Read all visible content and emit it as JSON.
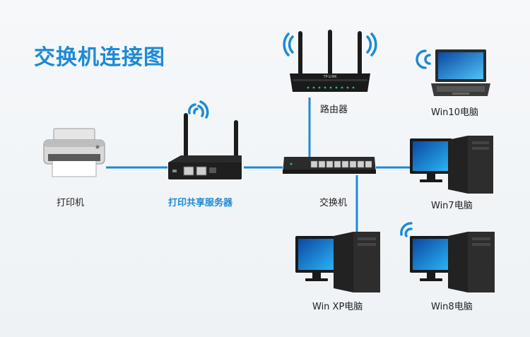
{
  "title": "交换机连接图",
  "devices": {
    "printer": "打印机",
    "print_server": "打印共享服务器",
    "router": "路由器",
    "router_brand": "TP-LINK",
    "switch": "交换机",
    "win10": "Win10电脑",
    "win7": "Win7电脑",
    "winxp": "Win XP电脑",
    "win8": "Win8电脑"
  },
  "colors": {
    "title": "#1d8ad6",
    "link": "#1d8ad6",
    "wifi": "#1d8ad6"
  }
}
